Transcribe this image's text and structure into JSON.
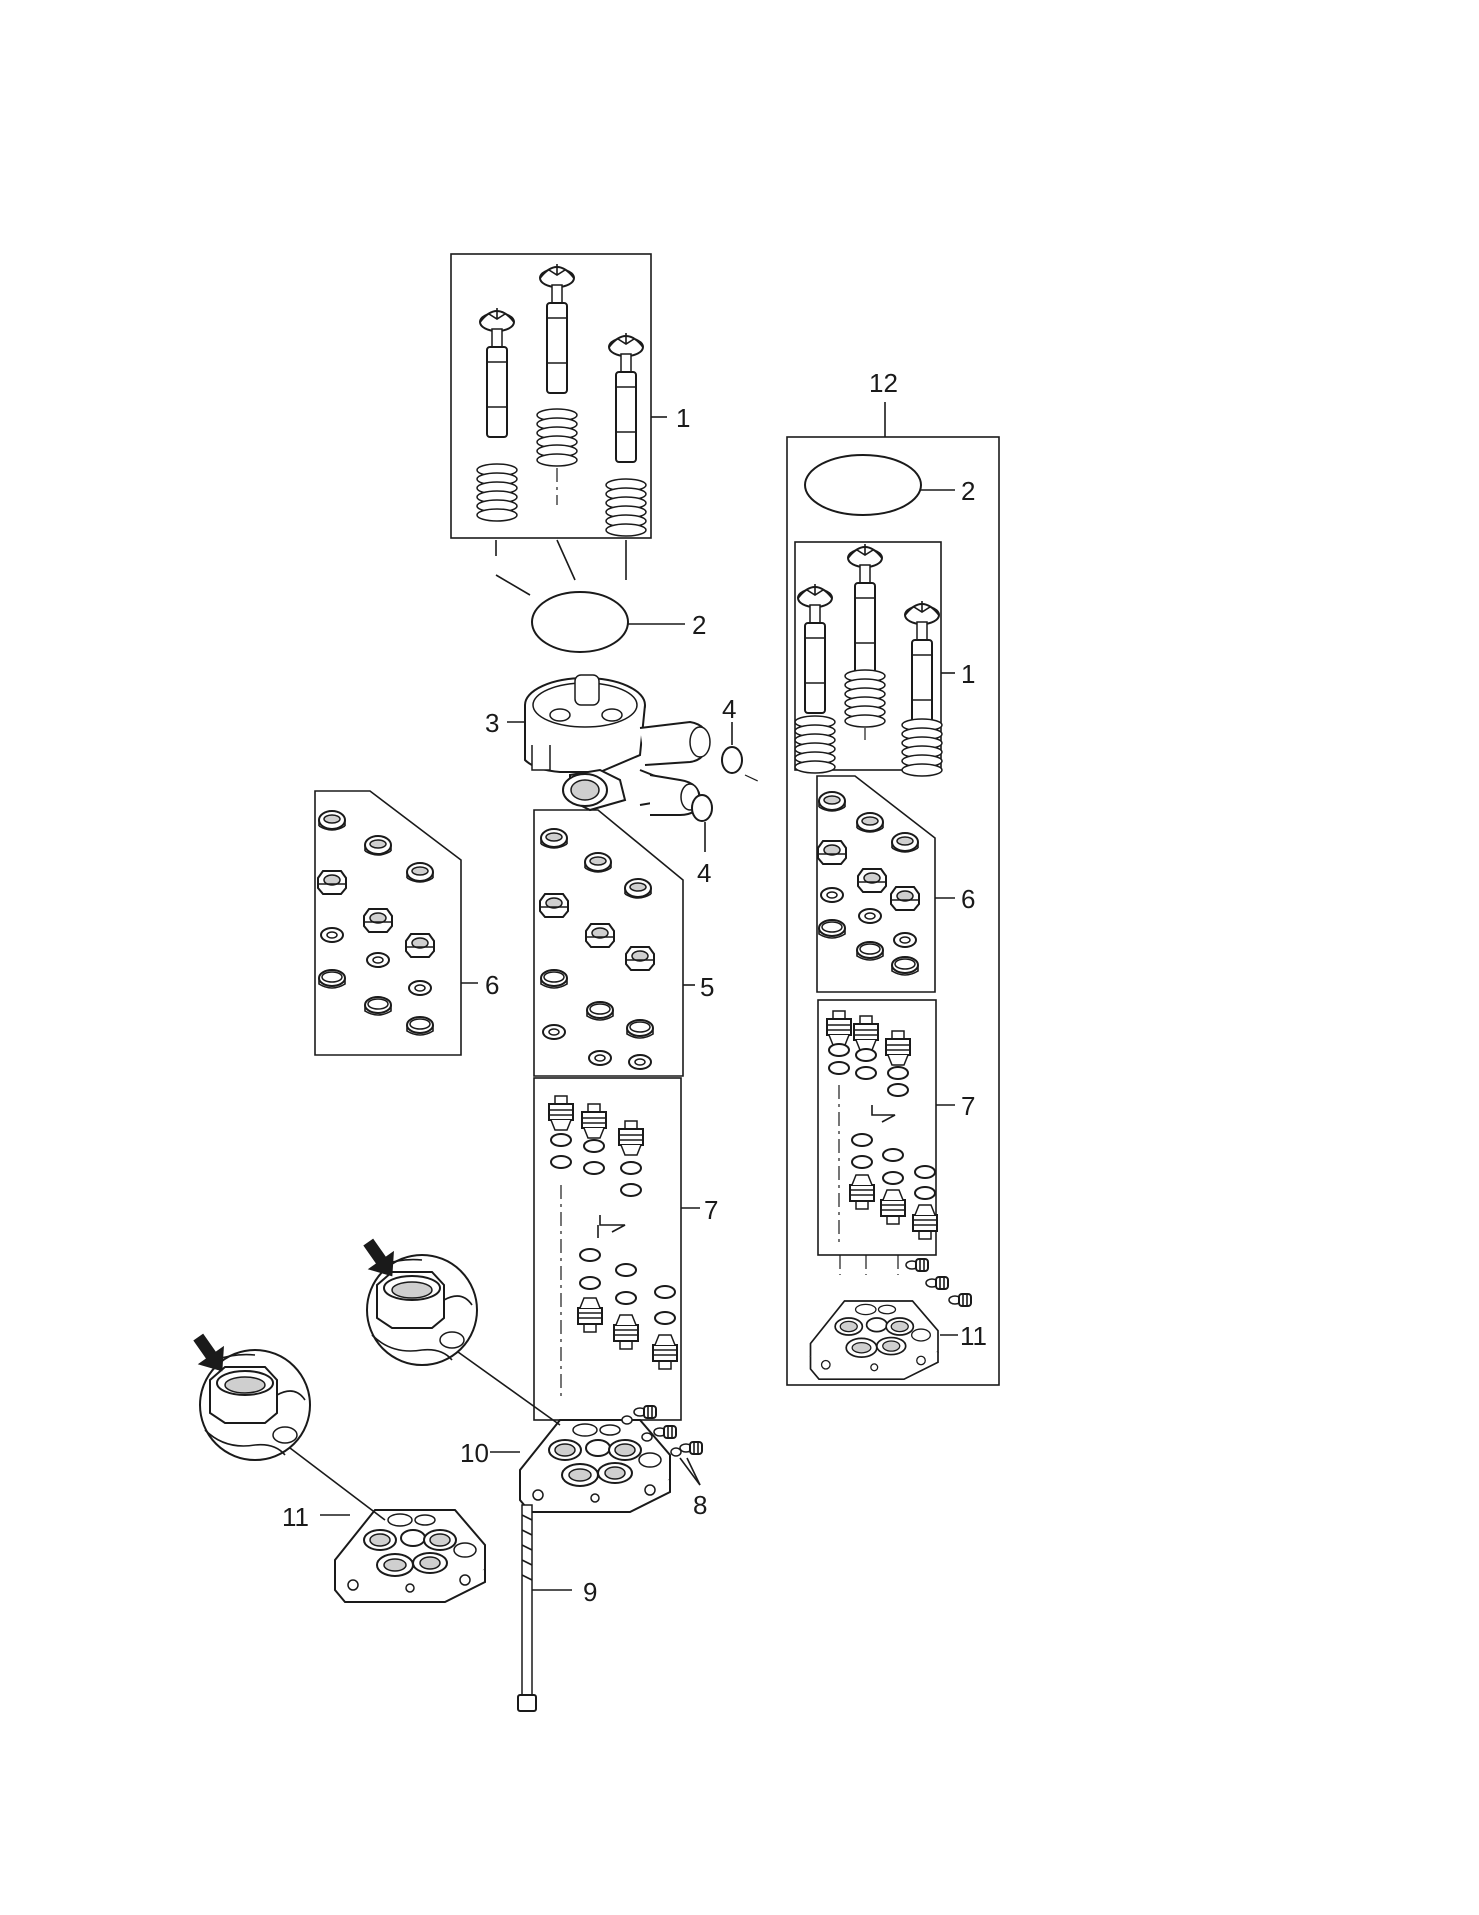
{
  "callouts": {
    "c1_top": "1",
    "c2_top": "2",
    "c3": "3",
    "c4_a": "4",
    "c4_b": "4",
    "c5": "5",
    "c6_left": "6",
    "c7_mid": "7",
    "c8": "8",
    "c9": "9",
    "c10": "10",
    "c11_left": "11",
    "c12": "12",
    "c2_kit": "2",
    "c1_kit": "1",
    "c6_kit": "6",
    "c7_kit": "7",
    "c11_kit": "11"
  },
  "colors": {
    "line": "#1a1a1a",
    "shade": "#cfcfcf",
    "background": "#ffffff"
  },
  "icons": [
    "detail-arrow-icon",
    "detail-arrow-icon"
  ]
}
